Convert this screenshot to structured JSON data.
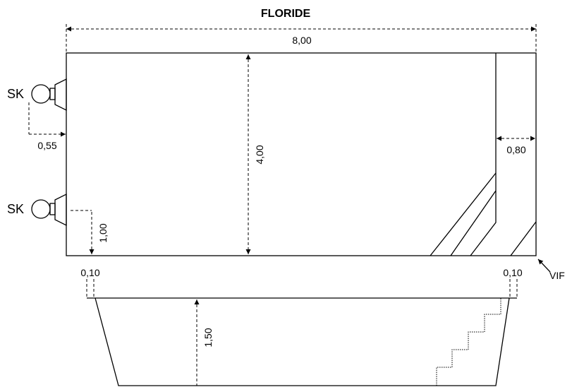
{
  "title": "FLORIDE",
  "dimensions": {
    "length": "8,00",
    "width": "4,00",
    "skimmer_offset": "0,55",
    "step_width": "0,80",
    "skimmer_height": "1,00",
    "margin_left": "0,10",
    "margin_right": "0,10",
    "depth": "1,50"
  },
  "labels": {
    "skimmer_top": "SK",
    "skimmer_bottom": "SK",
    "vif": "VIF"
  }
}
